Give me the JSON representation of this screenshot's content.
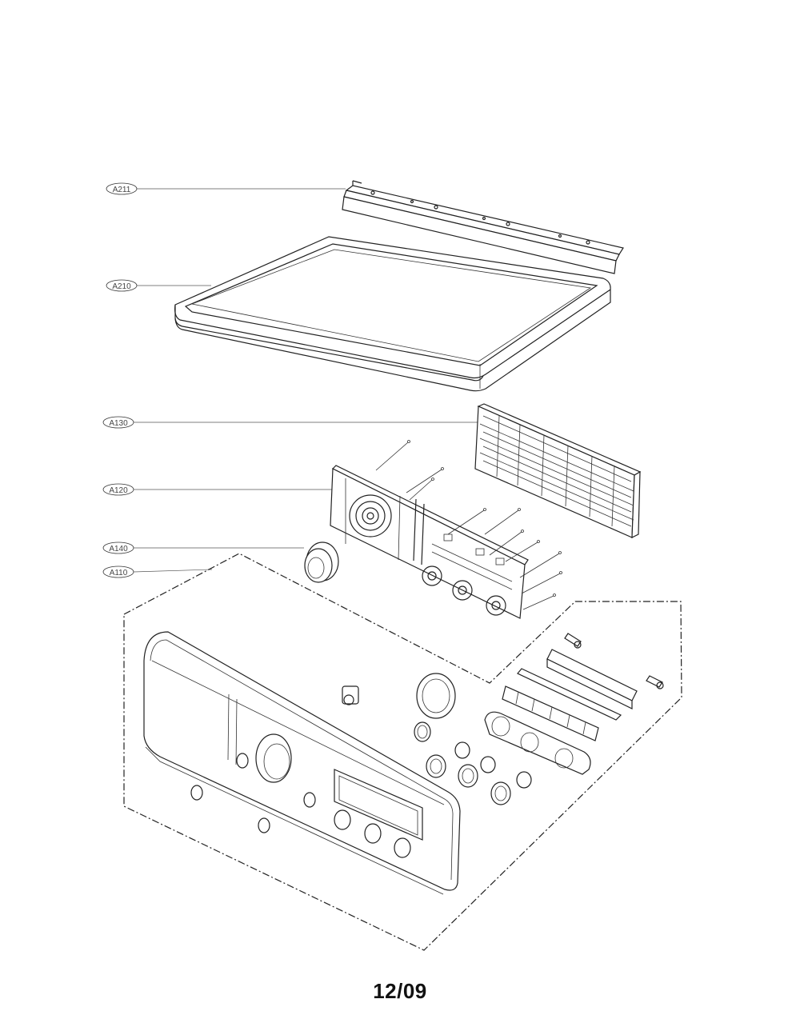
{
  "callouts": [
    {
      "label": "A211"
    },
    {
      "label": "A210"
    },
    {
      "label": "A130"
    },
    {
      "label": "A120"
    },
    {
      "label": "A140"
    },
    {
      "label": "A110"
    }
  ],
  "footer": {
    "page_code": "12/09"
  }
}
